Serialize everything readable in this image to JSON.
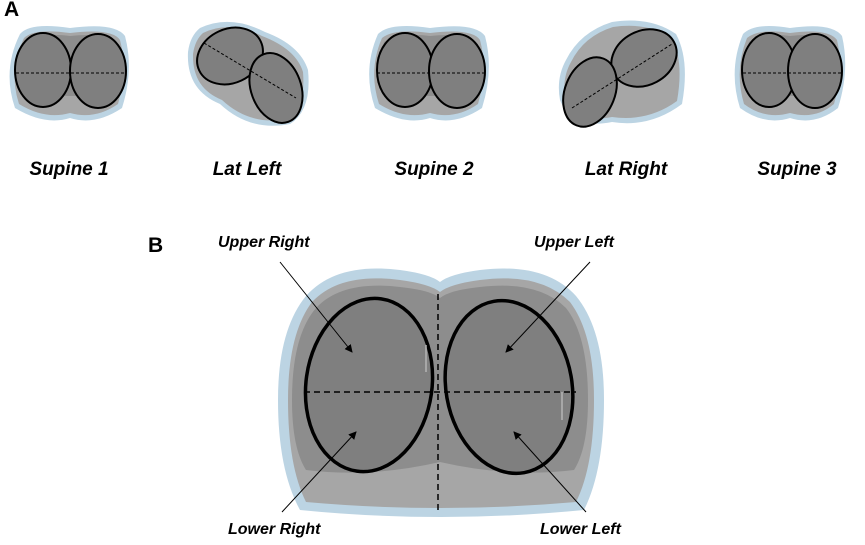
{
  "panel_a": {
    "letter": "A",
    "positions": [
      {
        "label": "Supine 1"
      },
      {
        "label": "Lat Left"
      },
      {
        "label": "Supine 2"
      },
      {
        "label": "Lat Right"
      },
      {
        "label": "Supine 3"
      }
    ]
  },
  "panel_b": {
    "letter": "B",
    "quadrants": {
      "upper_right": "Upper Right",
      "upper_left": "Upper Left",
      "lower_right": "Lower Right",
      "lower_left": "Lower Left"
    }
  },
  "colors": {
    "outer_halo": "#bcd4e3",
    "body": "#a6a6a6",
    "inner_shadow": "#8d8d8d",
    "breast": "#7f7f7f",
    "outline": "#000000"
  }
}
